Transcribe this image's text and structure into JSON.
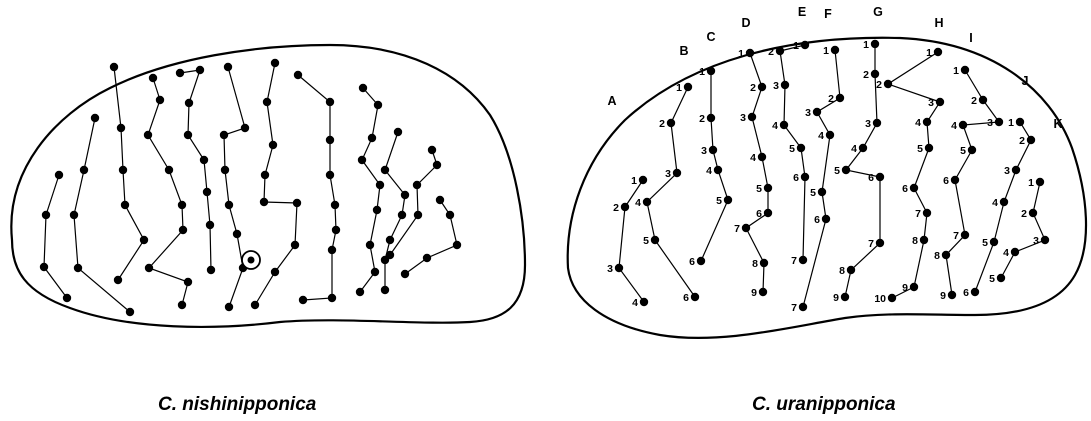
{
  "left_panel": {
    "caption": "C. nishinipponica"
  },
  "right_panel": {
    "caption": "C. uranipponica",
    "row_labels": [
      "A",
      "B",
      "C",
      "D",
      "E",
      "F",
      "G",
      "H",
      "I",
      "J",
      "K"
    ]
  }
}
